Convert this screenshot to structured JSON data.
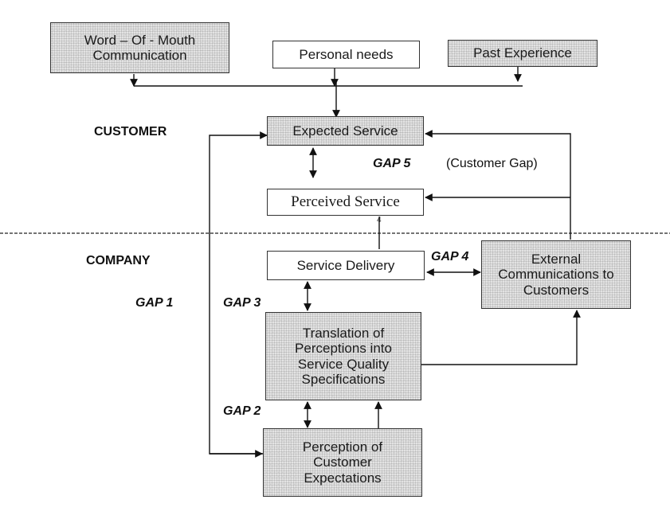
{
  "inputs": {
    "word_of_mouth": "Word – Of - Mouth Communication",
    "personal_needs": "Personal needs",
    "past_experience": "Past Experience"
  },
  "sections": {
    "customer": "CUSTOMER",
    "company": "COMPANY"
  },
  "boxes": {
    "expected_service": "Expected Service",
    "perceived_service": "Perceived Service",
    "service_delivery": "Service Delivery",
    "external_communications": "External Communications to Customers",
    "translation": "Translation of Perceptions into Service Quality Specifications",
    "perception_expectations": "Perception of Customer Expectations"
  },
  "gaps": {
    "gap1": "GAP 1",
    "gap2": "GAP 2",
    "gap3": "GAP 3",
    "gap4": "GAP 4",
    "gap5": "GAP 5",
    "gap5_note": "(Customer Gap)"
  },
  "marks": {
    "perceived_tick": "4"
  }
}
